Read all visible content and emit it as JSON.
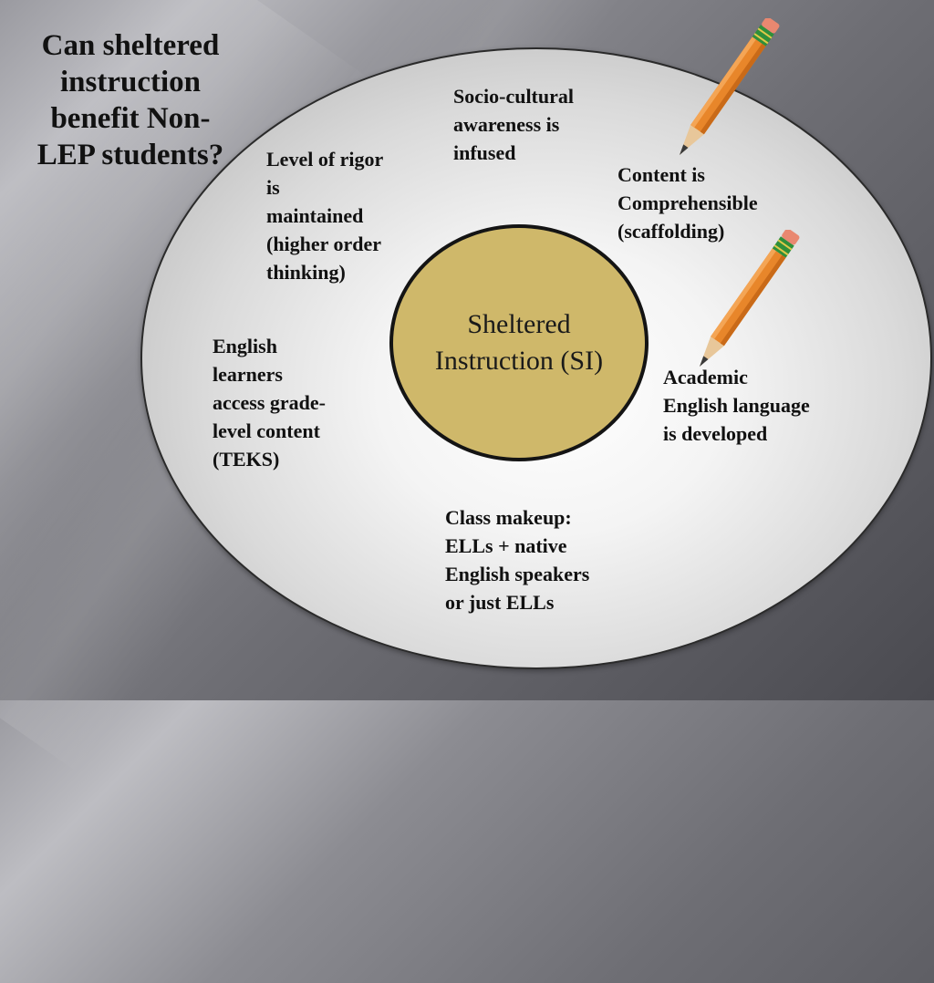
{
  "slide": {
    "title": "Can sheltered\ninstruction\nbenefit Non-\nLEP students?"
  },
  "diagram": {
    "center_label": "Sheltered\nInstruction (SI)",
    "items": [
      {
        "id": "socio-cultural",
        "text": "Socio-cultural\nawareness is\ninfused"
      },
      {
        "id": "level-of-rigor",
        "text": "Level of rigor\nis\nmaintained\n(higher order\nthinking)"
      },
      {
        "id": "content-comprehensible",
        "text": "Content is\nComprehensible\n(scaffolding)"
      },
      {
        "id": "english-learners",
        "text": "English\nlearners\naccess grade-\nlevel content\n(TEKS)"
      },
      {
        "id": "academic-english",
        "text": "Academic\nEnglish language\nis developed"
      },
      {
        "id": "class-makeup",
        "text": "Class makeup:\nELLs + native\nEnglish speakers\nor just ELLs"
      }
    ]
  },
  "colors": {
    "center_fill": "#cfb86a",
    "pencil_body": "#e8862a",
    "pencil_band": "#2f8f3a",
    "pencil_eraser": "#e98870"
  },
  "icons": [
    "pencil-icon",
    "pencil-icon"
  ]
}
